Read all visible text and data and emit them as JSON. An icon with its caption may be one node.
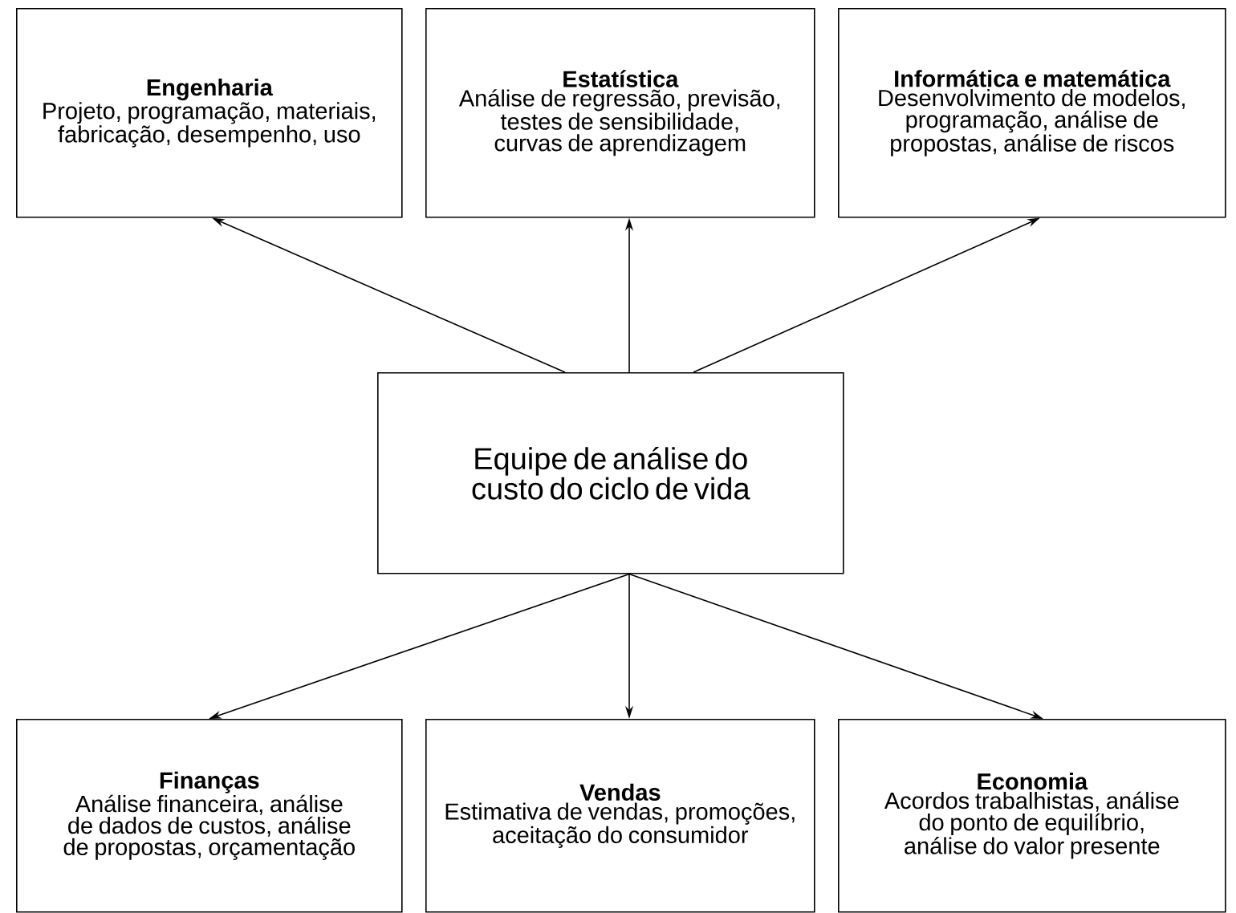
{
  "diagram": {
    "nodes": [
      {
        "text": [
          "Engenharia",
          "Projeto, programação, materiais, fabricação, desempenho, uso"
        ]
      },
      {
        "text": [
          "Estatística",
          "Análise de regressão, previsão, testes de sensibilidade, curvas de aprendizagem"
        ]
      },
      {
        "text": [
          "Informática e matemática",
          "Desenvolvimento de modelos, programação, análise de propostas, análise de riscos"
        ]
      },
      {
        "text": [
          "Equipe de análise do custo do ciclo de vida"
        ]
      },
      {
        "text": [
          "Finanças",
          "Análise financeira, análise de dados de custos, análise de propostas, orçamentação"
        ]
      },
      {
        "text": [
          "Vendas",
          "Estimativa de vendas, promoções, aceitação do consumidor"
        ]
      },
      {
        "text": [
          "Economia",
          "Acordos trabalhistas, análise do ponto de equilíbrio, análise do valor presente"
        ]
      }
    ],
    "edges": [
      {
        "from": 3,
        "to": 0,
        "arrow": "to"
      },
      {
        "from": 3,
        "to": 1,
        "arrow": "to"
      },
      {
        "from": 3,
        "to": 2,
        "arrow": "to"
      },
      {
        "from": 3,
        "to": 4,
        "arrow": "to"
      },
      {
        "from": 3,
        "to": 5,
        "arrow": "to"
      },
      {
        "from": 3,
        "to": 6,
        "arrow": "to"
      }
    ]
  }
}
